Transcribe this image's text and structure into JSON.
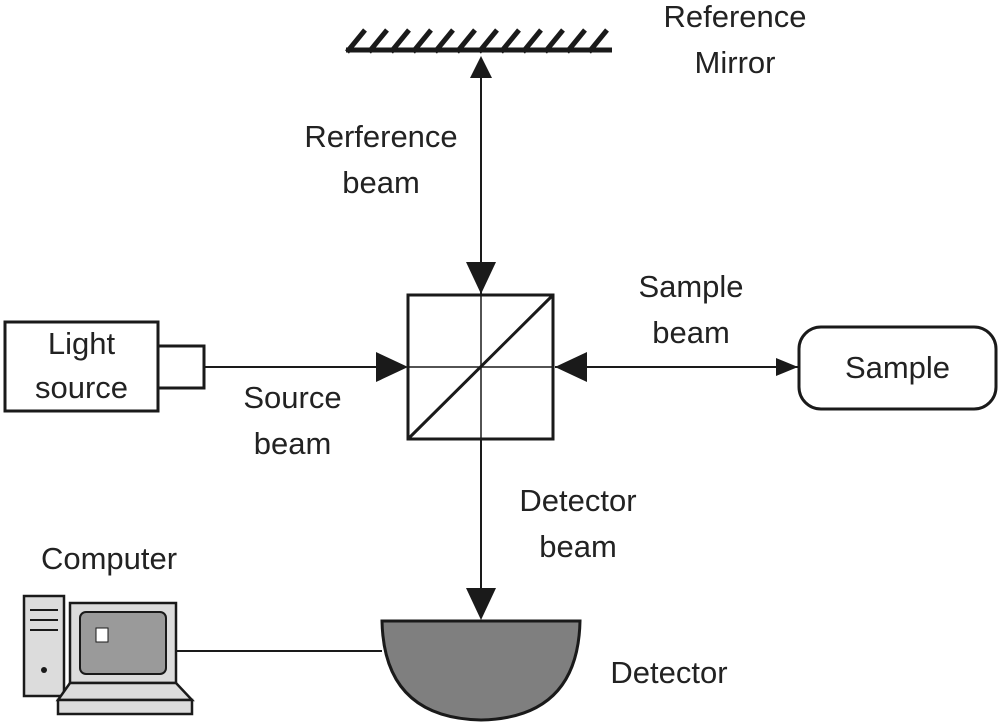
{
  "labels": {
    "reference_mirror": "Reference\nMirror",
    "reference_beam": "Rerference\nbeam",
    "sample_beam": "Sample\nbeam",
    "light_source": "Light\nsource",
    "source_beam": "Source\nbeam",
    "sample": "Sample",
    "detector_beam": "Detector\nbeam",
    "computer": "Computer",
    "detector": "Detector"
  },
  "colors": {
    "line": "#1a1a1a",
    "detector_fill": "#7f7f7f",
    "computer_fill": "#dcdcdc",
    "screen_fill": "#9a9a9a"
  }
}
